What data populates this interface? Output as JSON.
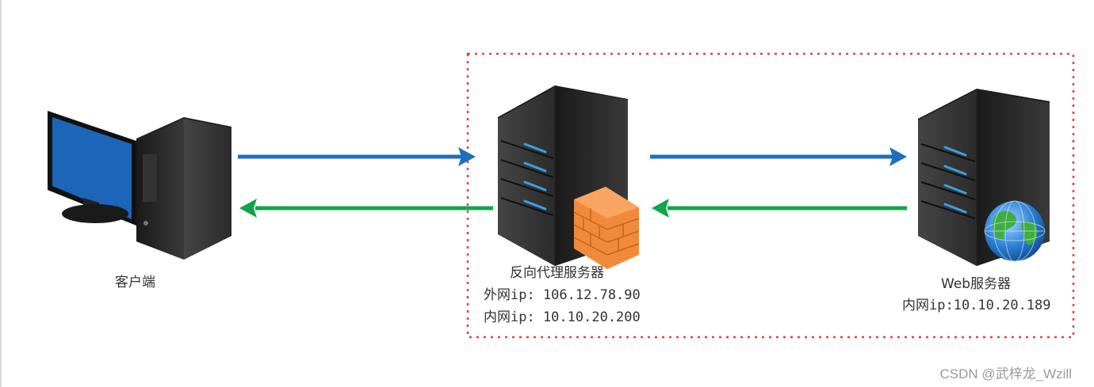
{
  "colors": {
    "request_arrow": "#1e6fc0",
    "response_arrow": "#10a54a",
    "zone_border": "#e84040",
    "server_body": "#2a2a2a",
    "server_led": "#3aa0e8",
    "firewall": "#f08a3a",
    "monitor_screen": "#1b66b8"
  },
  "icons": {
    "client": "desktop-computer-icon",
    "proxy": "server-tower-icon",
    "firewall": "brick-firewall-icon",
    "web": "server-tower-icon",
    "globe": "globe-icon"
  },
  "client": {
    "name": "客户端"
  },
  "proxy": {
    "name": "反向代理服务器",
    "external_ip": "外网ip: 106.12.78.90",
    "internal_ip": "内网ip: 10.10.20.200"
  },
  "web": {
    "name": "Web服务器",
    "internal_ip": "内网ip:10.10.20.189"
  },
  "watermark": "CSDN @武梓龙_Wzill"
}
